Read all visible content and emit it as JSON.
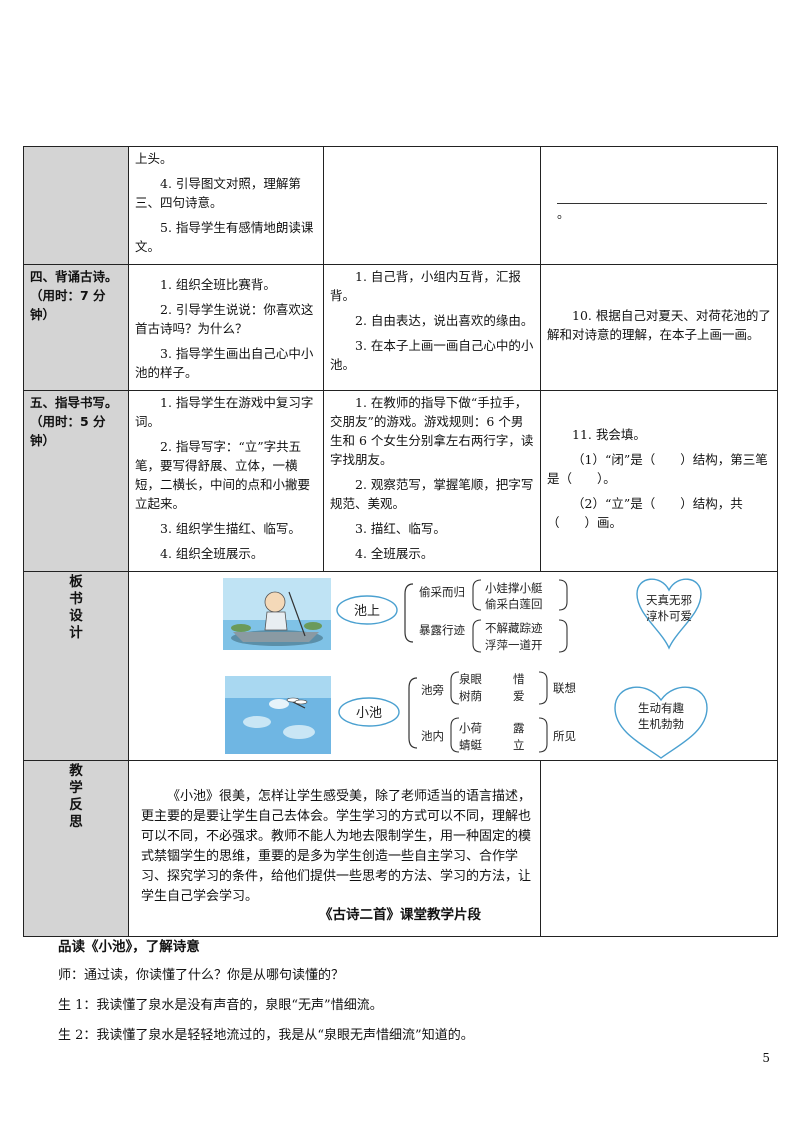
{
  "table": {
    "row1": {
      "teacher": [
        "上头。",
        "4. 引导图文对照，理解第三、四句诗意。",
        "5. 指导学生有感情地朗读课文。"
      ],
      "exercise_end": "。"
    },
    "row2": {
      "label": "四、背诵古诗。（用时：7 分钟）",
      "teacher": [
        "1. 组织全班比赛背。",
        "2. 引导学生说说：你喜欢这首古诗吗？为什么？",
        "3. 指导学生画出自己心中小池的样子。"
      ],
      "student": [
        "1. 自己背，小组内互背，汇报背。",
        "2. 自由表达，说出喜欢的缘由。",
        "3. 在本子上画一画自己心中的小池。"
      ],
      "exercise": [
        "10. 根据自己对夏天、对荷花池的了解和对诗意的理解，在本子上画一画。"
      ]
    },
    "row3": {
      "label": "五、指导书写。（用时：5 分钟）",
      "teacher": [
        "1. 指导学生在游戏中复习字词。",
        "2. 指导写字：“立”字共五笔，要写得舒展、立体，一横短，二横长，中间的点和小撇要立起来。",
        "3. 组织学生描红、临写。",
        "4. 组织全班展示。"
      ],
      "student": [
        "1. 在教师的指导下做“手拉手，交朋友”的游戏。游戏规则：6 个男生和 6 个女生分别拿左右两行字，读字找朋友。",
        "2. 观察范写，掌握笔顺，把字写规范、美观。",
        "3. 描红、临写。",
        "4. 全班展示。"
      ],
      "exercise": [
        "11. 我会填。",
        "（1）“闭”是（　　）结构，第三笔是（　　）。",
        "（2）“立”是（　　）结构，共（　　）画。"
      ]
    },
    "row4": {
      "label": "板书设计",
      "board": {
        "top": {
          "center": "池上",
          "a1": "偷采而归",
          "a2": "暴露行迹",
          "b1": "小娃撑小艇",
          "b2": "偷采白莲回",
          "b3": "不解藏踪迹",
          "b4": "浮萍一道开",
          "heart": [
            "天真无邪",
            "淳朴可爱"
          ]
        },
        "bottom": {
          "center": "小池",
          "a1": "池旁",
          "a2": "池内",
          "c1": [
            "泉眼",
            "惜"
          ],
          "c2": [
            "树荫",
            "爱"
          ],
          "c3": [
            "小荷",
            "露"
          ],
          "c4": [
            "蜻蜓",
            "立"
          ],
          "d1": "联想",
          "d2": "所见",
          "heart": [
            "生动有趣",
            "生机勃勃"
          ]
        }
      }
    },
    "row5": {
      "label": "教学反思",
      "text": "《小池》很美，怎样让学生感受美，除了老师适当的语言描述，更主要的是要让学生自己去体会。学生学习的方式可以不同，理解也可以不同，不必强求。教师不能人为地去限制学生，用一种固定的模式禁锢学生的思维，重要的是多为学生创造一些自主学习、合作学习、探究学习的条件，给他们提供一些思考的方法、学习的方法，让学生自己学会学习。"
    }
  },
  "caption": "《古诗二首》课堂教学片段",
  "subhead": "品读《小池》，了解诗意",
  "dialogue": [
    "师：通过读，你读懂了什么？你是从哪句读懂的？",
    "生 1：我读懂了泉水是没有声音的，泉眼“无声”惜细流。",
    "生 2：我读懂了泉水是轻轻地流过的，我是从“泉眼无声惜细流”知道的。"
  ],
  "page_number": "5",
  "colors": {
    "label_bg": "#d4d4d4",
    "water": "#6fb6e3",
    "heart": "#4aa0d0"
  }
}
